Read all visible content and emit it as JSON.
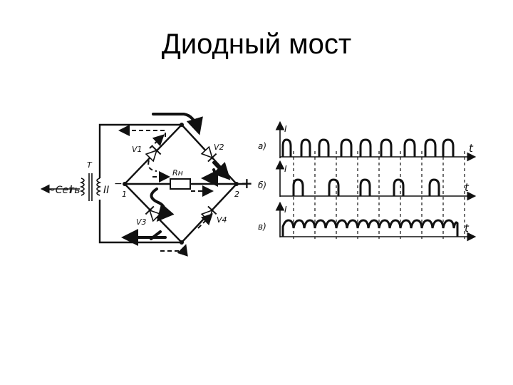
{
  "slide": {
    "title": "Диодный мост"
  },
  "circuit": {
    "source_label": "~Сеть",
    "transformer_label": "T",
    "winding_primary": "I",
    "winding_secondary": "II",
    "node_1": "1",
    "node_2": "2",
    "minus": "−",
    "plus": "+",
    "load_label": "Rн",
    "diodes": [
      "V1",
      "V2",
      "V3",
      "V4"
    ]
  },
  "waveforms": {
    "current_symbol": "I",
    "time_symbol": "t",
    "panels": [
      "а)",
      "б)",
      "в)"
    ]
  }
}
